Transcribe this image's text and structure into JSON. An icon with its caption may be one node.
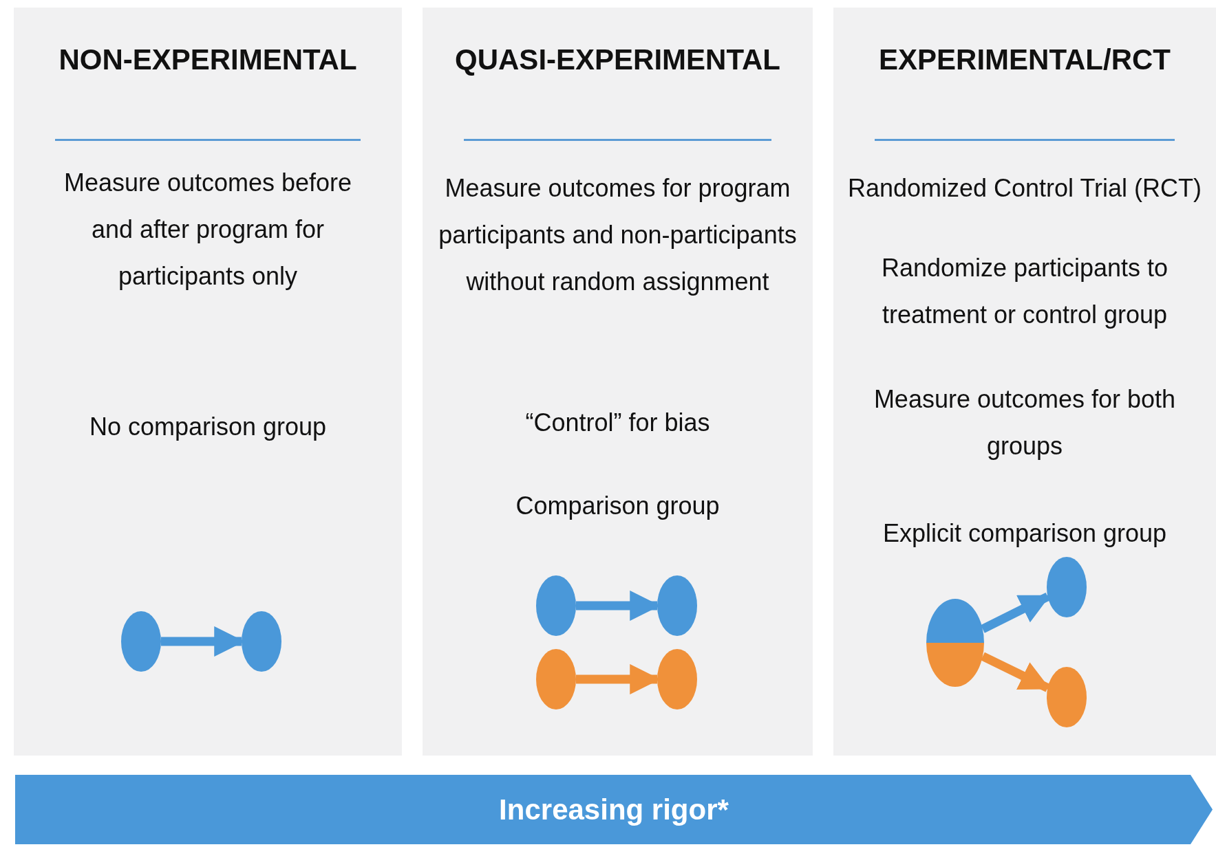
{
  "diagram": {
    "nodes": [
      {
        "text": [
          "NON-EXPERIMENTAL",
          "Measure outcomes before and after program for participants only",
          "No comparison group"
        ]
      },
      {
        "text": [],
        "shape": "circle",
        "in": 0
      },
      {
        "text": [],
        "shape": "circle",
        "in": 0
      },
      {
        "text": [
          "QUASI-EXPERIMENTAL",
          "Measure outcomes for program participants and non-participants without random assignment",
          "“Control” for bias",
          "Comparison group"
        ]
      },
      {
        "text": [],
        "shape": "circle",
        "in": 3
      },
      {
        "text": [],
        "shape": "circle",
        "in": 3
      },
      {
        "text": [],
        "shape": "circle",
        "in": 3
      },
      {
        "text": [],
        "shape": "circle",
        "in": 3
      },
      {
        "text": [
          "EXPERIMENTAL/RCT",
          "Randomized Control Trial (RCT)",
          "Randomize participants to treatment or control group",
          "Measure outcomes for both groups",
          "Explicit comparison group"
        ]
      },
      {
        "text": [],
        "shape": "circle",
        "in": 8
      },
      {
        "text": [],
        "shape": "circle",
        "in": 8
      },
      {
        "text": [],
        "shape": "circle",
        "in": 8
      },
      {
        "text": [
          "Increasing rigor*"
        ]
      }
    ],
    "edges": [
      {
        "from": 1,
        "to": 2,
        "arrow": "to"
      },
      {
        "from": 4,
        "to": 5,
        "arrow": "to"
      },
      {
        "from": 6,
        "to": 7,
        "arrow": "to",
        "color": "#f0913a"
      },
      {
        "from": 9,
        "to": 10,
        "arrow": "to"
      },
      {
        "from": 9,
        "to": 11,
        "arrow": "to",
        "color": "#f0913a"
      }
    ]
  }
}
